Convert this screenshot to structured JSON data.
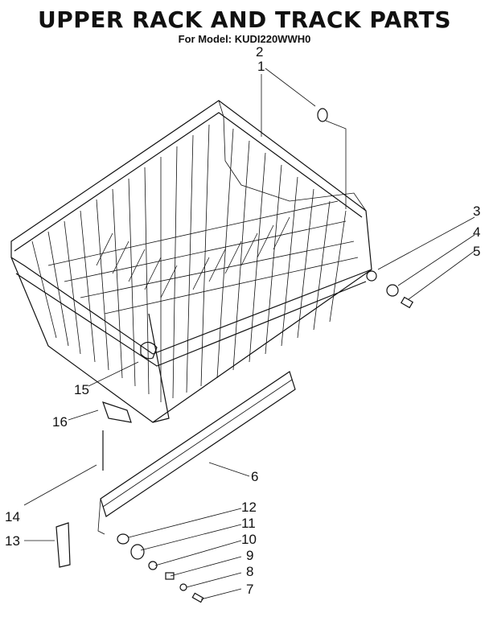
{
  "title": "UPPER RACK AND TRACK PARTS",
  "subtitle": "For Model: KUDI220WWH0",
  "callouts": [
    {
      "id": "c1",
      "label": "1"
    },
    {
      "id": "c2",
      "label": "2"
    },
    {
      "id": "c3",
      "label": "3"
    },
    {
      "id": "c4",
      "label": "4"
    },
    {
      "id": "c5",
      "label": "5"
    },
    {
      "id": "c6",
      "label": "6"
    },
    {
      "id": "c7",
      "label": "7"
    },
    {
      "id": "c8",
      "label": "8"
    },
    {
      "id": "c9",
      "label": "9"
    },
    {
      "id": "c10",
      "label": "10"
    },
    {
      "id": "c11",
      "label": "11"
    },
    {
      "id": "c12",
      "label": "12"
    },
    {
      "id": "c13",
      "label": "13"
    },
    {
      "id": "c14",
      "label": "14"
    },
    {
      "id": "c15",
      "label": "15"
    },
    {
      "id": "c16",
      "label": "16"
    }
  ]
}
